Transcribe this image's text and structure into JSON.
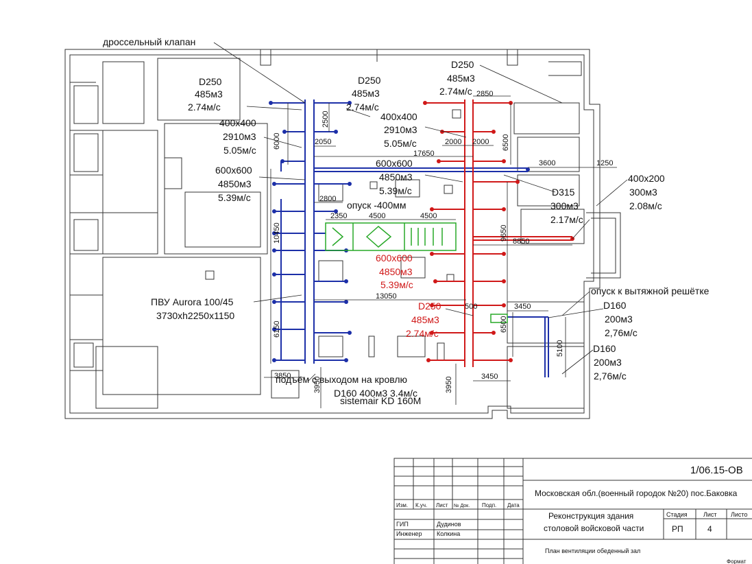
{
  "labels": {
    "throttle_valve": "дроссельный клапан",
    "duct_w1": [
      "D250",
      "485м3",
      "2.74м/с"
    ],
    "duct_w2": [
      "400x400",
      "2910м3",
      "5.05м/с"
    ],
    "duct_w3": [
      "600x600",
      "4850м3",
      "5.39м/с"
    ],
    "duct_c1": [
      "D250",
      "485м3",
      "2.74м/с"
    ],
    "duct_c2": [
      "400x400",
      "2910м3",
      "5.05м/с"
    ],
    "duct_c3": [
      "600x600",
      "4850м3",
      "5.39м/с"
    ],
    "duct_c4": [
      "600x600",
      "4850м3",
      "5.39м/с"
    ],
    "duct_c5": [
      "D250",
      "485м3",
      "2.74м/с"
    ],
    "duct_e1": [
      "D250",
      "485м3",
      "2.74м/с"
    ],
    "duct_e2": [
      "D315",
      "300м3",
      "2.17м/с"
    ],
    "duct_e3": [
      "400x200",
      "300м3",
      "2.08м/с"
    ],
    "duct_e4": [
      "D160",
      "200м3",
      "2,76м/с"
    ],
    "duct_e5": [
      "D160",
      "200м3",
      "2,76м/с"
    ],
    "drop_400": "опуск -400мм",
    "drop_grille": "опуск к вытяжной решётке",
    "pvu": [
      "ПВУ Aurora 100/45",
      "3730xh2250x1150"
    ],
    "roof": "подъём с выходом на кровлю",
    "fan_flow": "D160 400м3 3.4м/с",
    "fan_model": "sistemair KD 160M"
  },
  "dimensions": {
    "d2500": "2500",
    "d2050": "2050",
    "d6000": "6000",
    "d2850": "2850",
    "d2000a": "2000",
    "d2000b": "2000",
    "d6500": "6500",
    "d17650": "17650",
    "d3600": "3600",
    "d1250": "1250",
    "d2800": "2800",
    "d2350": "2350",
    "d4500a": "4500",
    "d4500b": "4500",
    "d10450": "10450",
    "d9650": "9650",
    "d8850": "8850",
    "d13050": "13050",
    "d500": "500",
    "d3450a": "3450",
    "d6500b": "6500",
    "d6150": "6150",
    "d5100": "5100",
    "d3850": "3850",
    "d3950a": "3950",
    "d3950b": "3950",
    "d3450b": "3450"
  },
  "title_block": {
    "code": "1/06.15-ОВ",
    "location": "Московская обл.(военный городок №20) пос.Баковка",
    "headers": [
      "Изм.",
      "К.уч.",
      "Лист",
      "№ Док.",
      "Подп.",
      "Дата"
    ],
    "project": [
      "Реконструкция здания",
      "столовой войсковой части"
    ],
    "stage_label": "Стадия",
    "sheet_label": "Лист",
    "sheets_label": "Листо",
    "stage": "РП",
    "sheet": "4",
    "role1": "ГИП",
    "name1": "Дудинов",
    "role2": "Инженер",
    "name2": "Колкина",
    "plan_title": "План вентиляции обеденный зал",
    "format": "Формат"
  },
  "colors": {
    "supply": "#1c2fa8",
    "exhaust": "#d01818",
    "equipment": "#27a827",
    "lines": "#333333"
  }
}
